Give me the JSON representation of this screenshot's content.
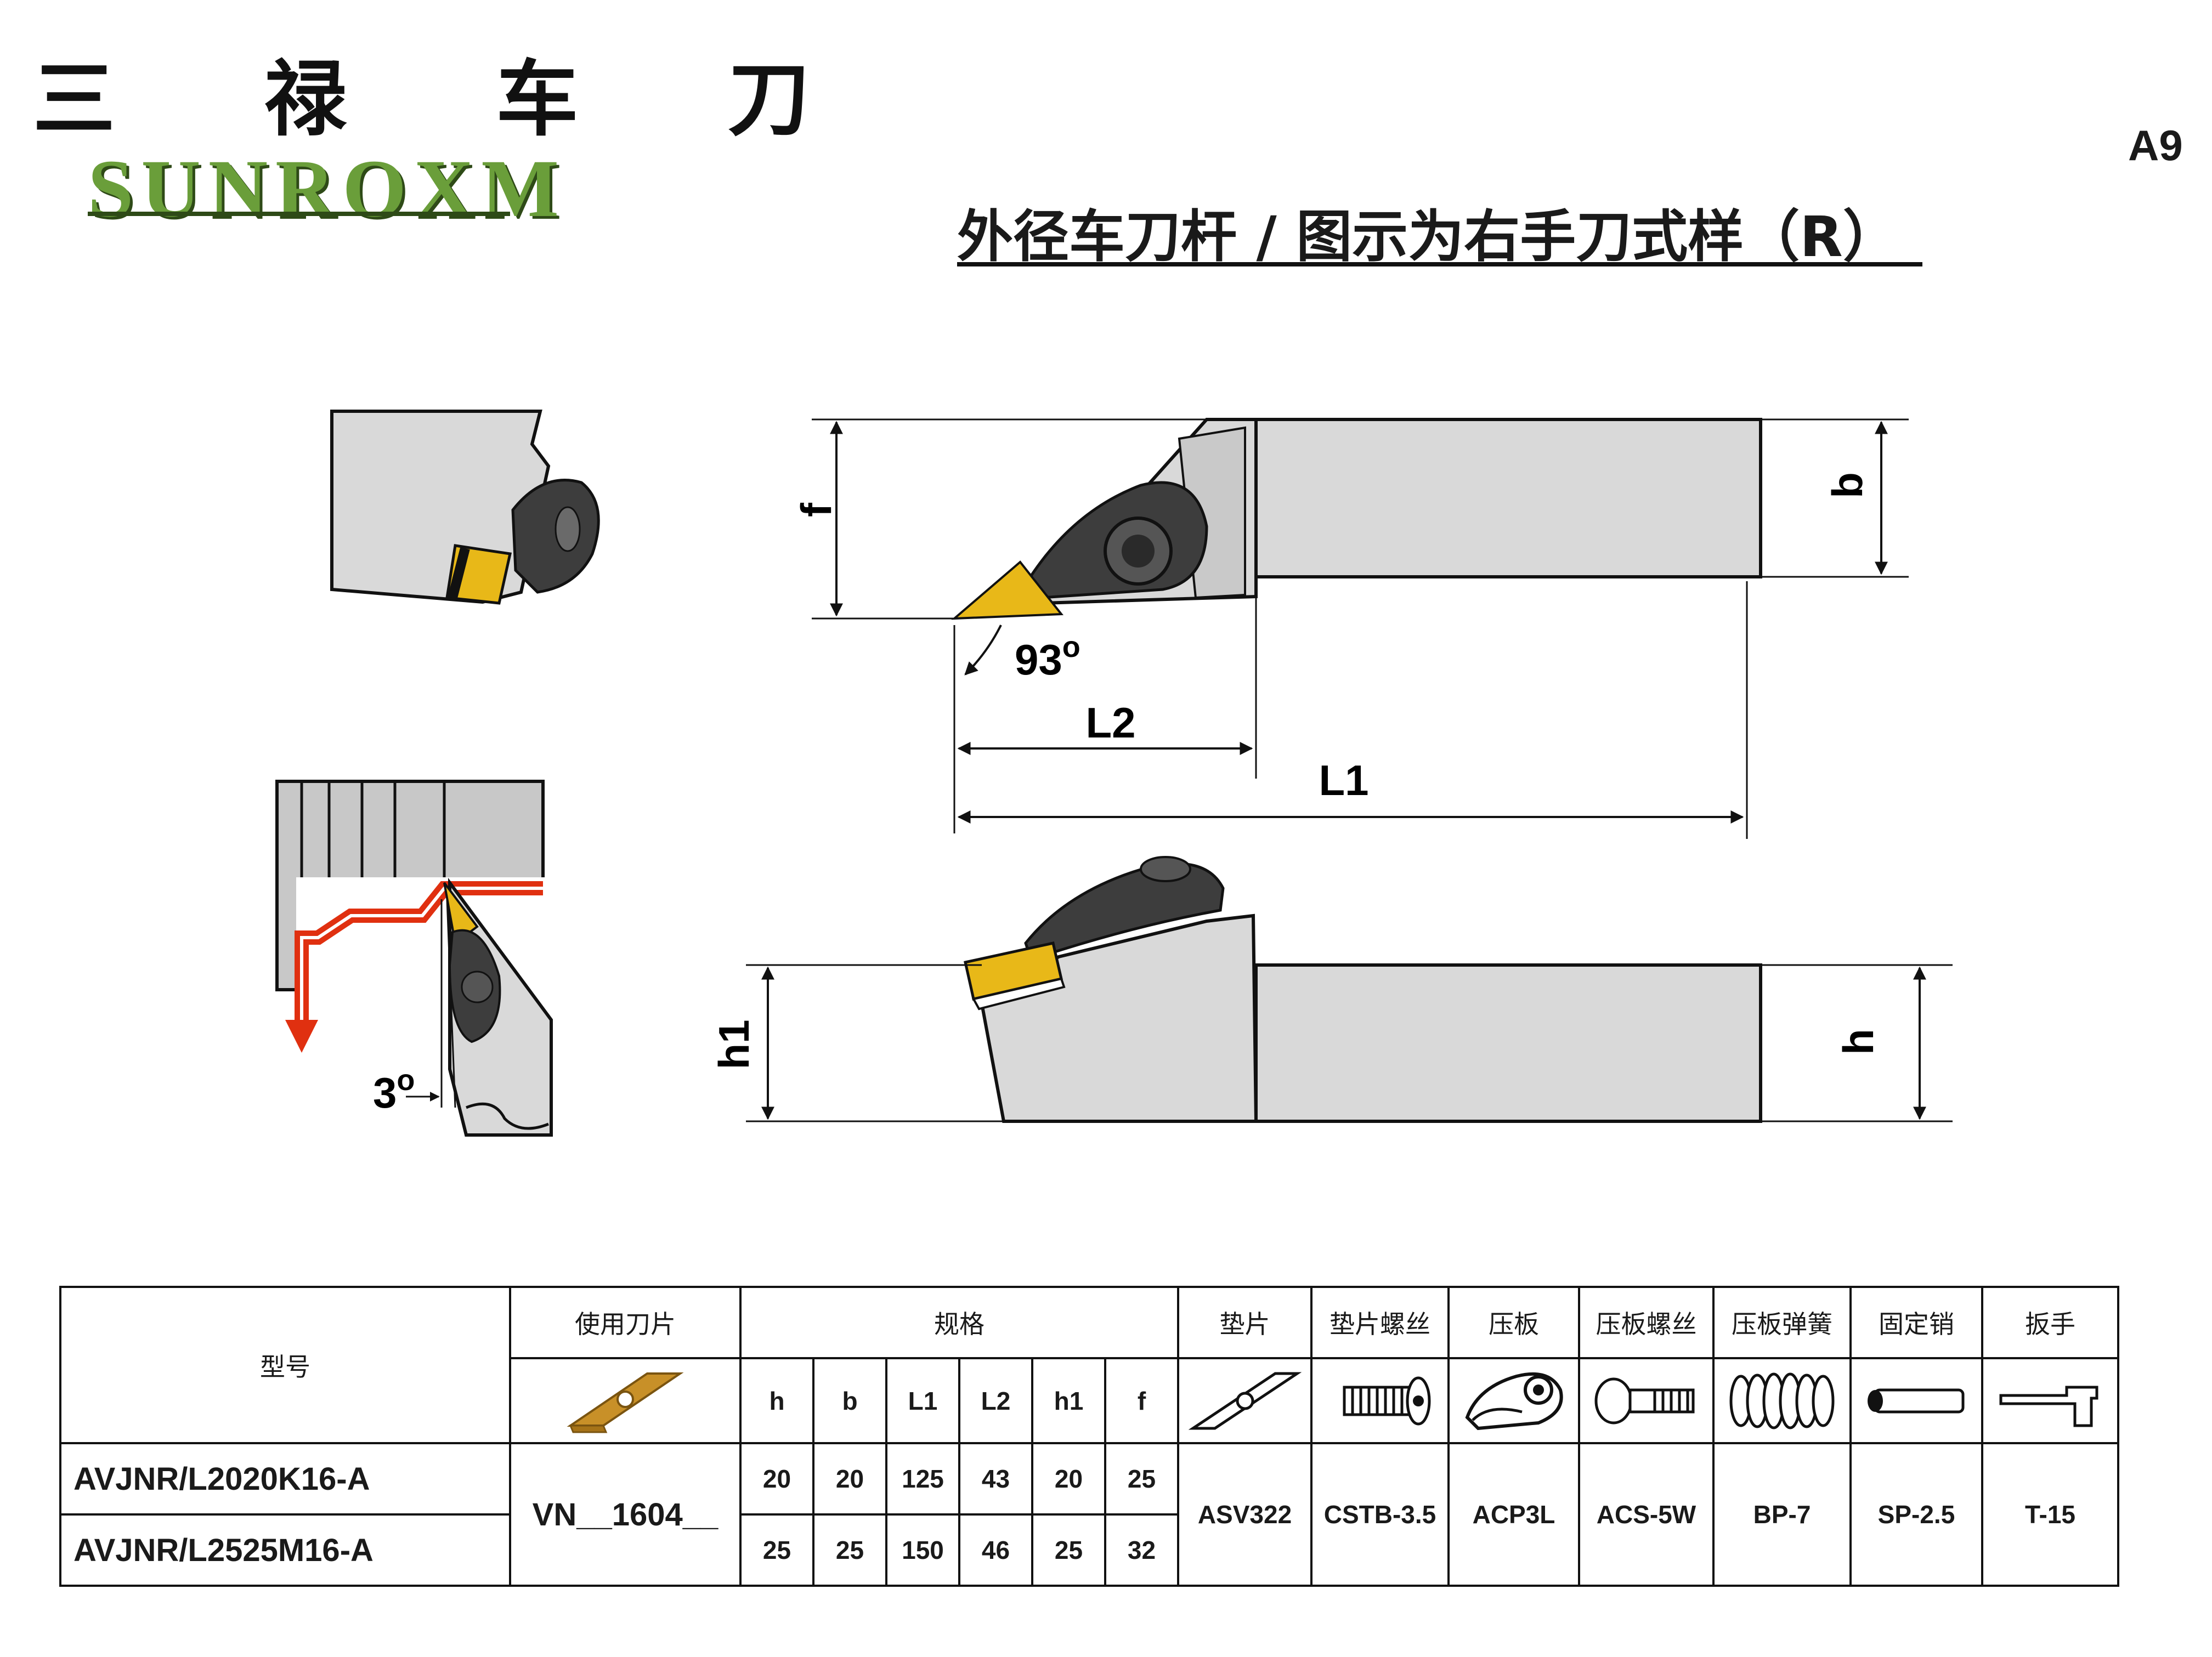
{
  "brand": {
    "name_cn": "三 禄 车 刀",
    "name_en": "SUNROXM"
  },
  "page_code": "A9",
  "title": "外径车刀杆 / 图示为右手刀式样（R）",
  "diagram": {
    "angle_lead": "93",
    "angle_lead_unit": "o",
    "angle_rake": "3",
    "angle_rake_unit": "o",
    "dim_f": "f",
    "dim_b": "b",
    "dim_L1": "L1",
    "dim_L2": "L2",
    "dim_h1": "h1",
    "dim_h": "h",
    "colors": {
      "holder_body": "#d9d9d9",
      "insert_gold": "#e8b818",
      "clamp_dark": "#3d3d3d",
      "feed_arrow": "#e03010"
    }
  },
  "table": {
    "headers": {
      "model": "型号",
      "insert": "使用刀片",
      "spec": "规格",
      "shim": "垫片",
      "shim_screw": "垫片螺丝",
      "clamp": "压板",
      "clamp_screw": "压板螺丝",
      "clamp_spring": "压板弹簧",
      "pin": "固定销",
      "wrench": "扳手"
    },
    "spec_columns": [
      "h",
      "b",
      "L1",
      "L2",
      "h1",
      "f"
    ],
    "rows": [
      {
        "model": "AVJNR/L2020K16-A",
        "values": [
          "20",
          "20",
          "125",
          "43",
          "20",
          "25"
        ]
      },
      {
        "model": "AVJNR/L2525M16-A",
        "values": [
          "25",
          "25",
          "150",
          "46",
          "25",
          "32"
        ]
      }
    ],
    "insert_code": "VN__1604__",
    "parts": {
      "shim": "ASV322",
      "shim_screw": "CSTB-3.5",
      "clamp": "ACP3L",
      "clamp_screw": "ACS-5W",
      "clamp_spring": "BP-7",
      "pin": "SP-2.5",
      "wrench": "T-15"
    },
    "icons": [
      "insert-icon",
      "shim-icon",
      "shim-screw-icon",
      "clamp-icon",
      "clamp-screw-icon",
      "spring-icon",
      "pin-icon",
      "wrench-icon"
    ]
  }
}
